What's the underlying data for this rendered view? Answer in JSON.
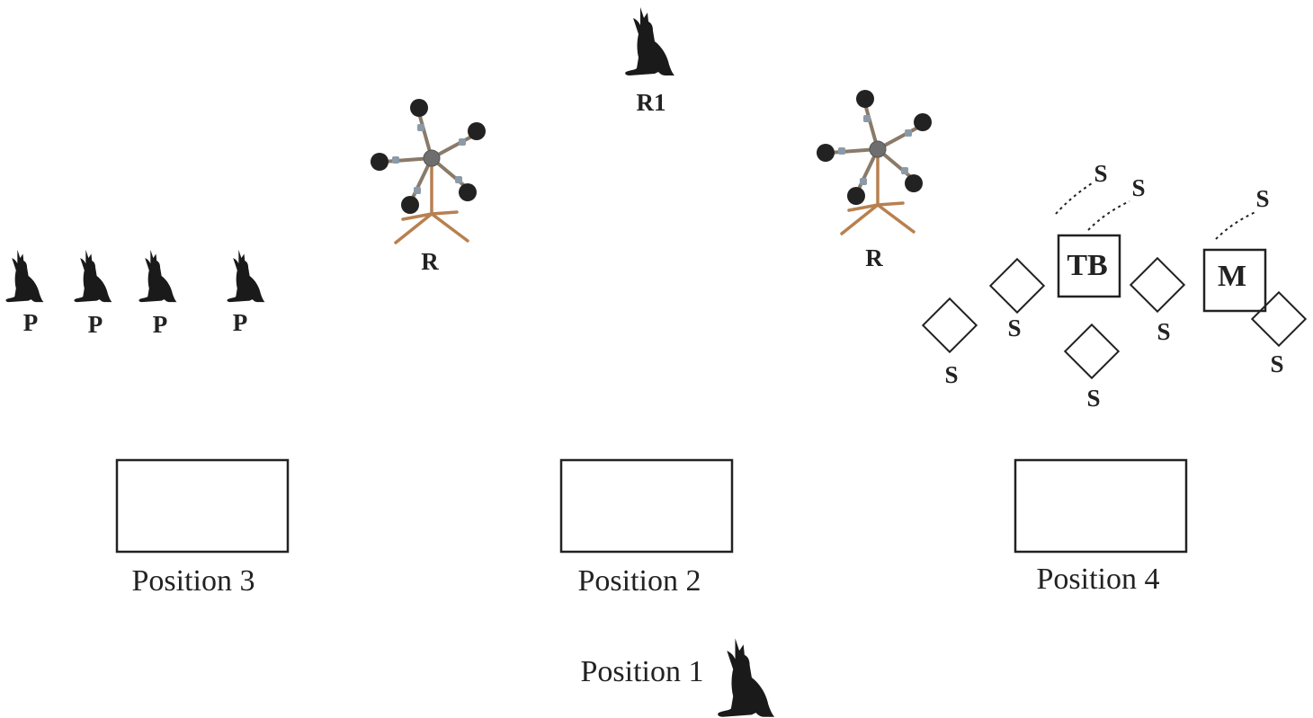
{
  "labels": {
    "r1": "R1",
    "rotator": "R",
    "post": "P",
    "speaker": "S",
    "tb": "TB",
    "m": "M",
    "position1": "Position 1",
    "position2": "Position 2",
    "position3": "Position 3",
    "position4": "Position 4"
  },
  "icons": {
    "coyote": "howling-coyote-silhouette-icon",
    "rotator": "rotating-target-stand-icon"
  }
}
